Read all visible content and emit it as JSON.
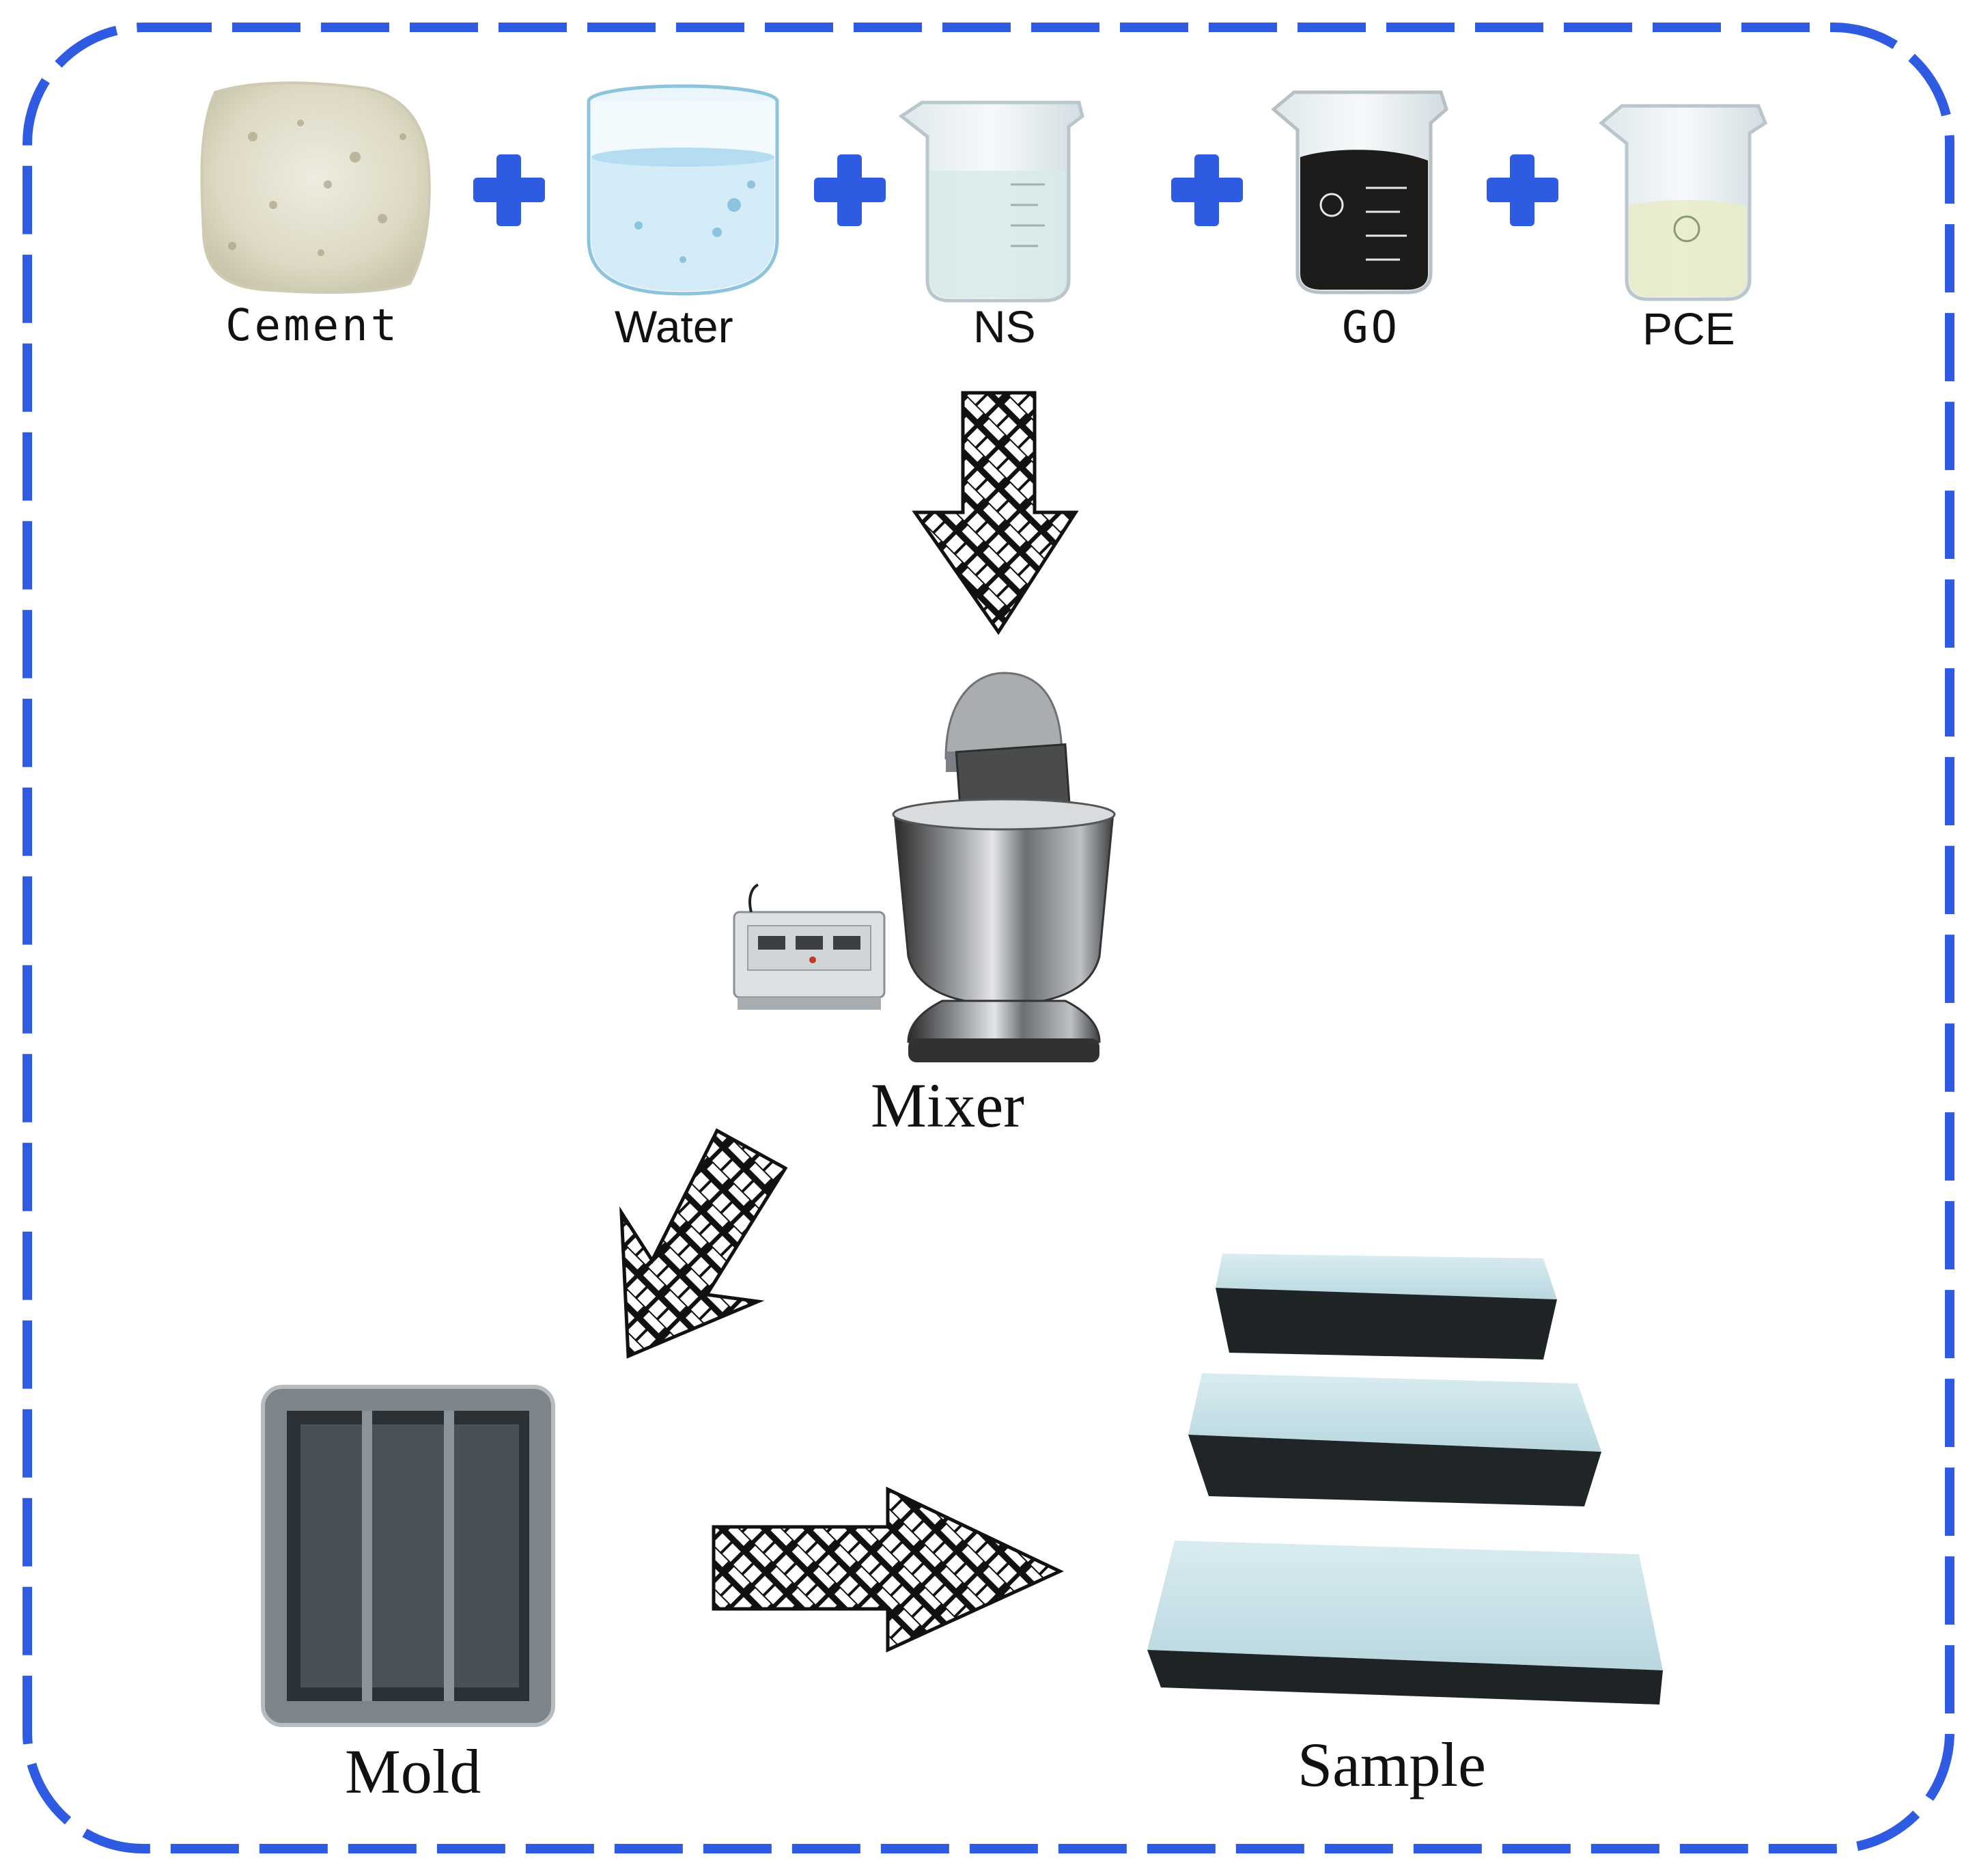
{
  "theme": {
    "border_color": "#2f5be3",
    "plus_color": "#2f5be3",
    "arrow_fill": "#111111",
    "arrow_weave": "#ffffff"
  },
  "ingredients": [
    {
      "label": "Cement",
      "icon": "cement-powder-image"
    },
    {
      "label": "Water",
      "icon": "water-glass-image"
    },
    {
      "label": "NS",
      "icon": "ns-beaker-image"
    },
    {
      "label": "GO",
      "icon": "go-beaker-image"
    },
    {
      "label": "PCE",
      "icon": "pce-beaker-image"
    }
  ],
  "steps": {
    "mixer": {
      "label": "Mixer",
      "icon": "mixer-image"
    },
    "mold": {
      "label": "Mold",
      "icon": "mold-image"
    },
    "sample": {
      "label": "Sample",
      "icon": "sample-bars-image"
    }
  }
}
